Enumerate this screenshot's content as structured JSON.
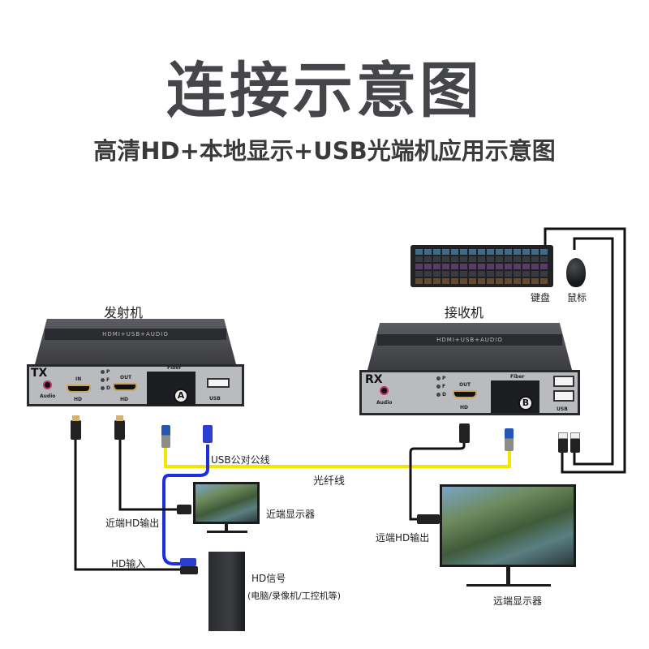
{
  "header": {
    "title": "连接示意图",
    "subtitle": "高清HD+本地显示+USB光端机应用示意图"
  },
  "transmitter": {
    "label": "发射机",
    "tag": "TX",
    "band_text": "HDMI+USB+AUDIO",
    "ports": {
      "audio": "Audio",
      "hd_in_top": "IN",
      "hd_in_bottom": "HD",
      "hd_out_top": "OUT",
      "hd_out_bottom": "HD",
      "fiber": "Fiber",
      "usb": "USB",
      "leds": [
        "P",
        "F",
        "D"
      ]
    },
    "fiber_badge": "A"
  },
  "receiver": {
    "label": "接收机",
    "tag": "RX",
    "band_text": "HDMI+USB+AUDIO",
    "ports": {
      "audio": "Audio",
      "hd_out_top": "OUT",
      "hd_out_bottom": "HD",
      "fiber": "Fiber",
      "usb": "USB",
      "leds": [
        "P",
        "F",
        "D"
      ]
    },
    "fiber_badge": "B"
  },
  "peripherals": {
    "keyboard": "键盘",
    "mouse": "鼠标"
  },
  "cables": {
    "usb_cable": "USB公对公线",
    "fiber_cable": "光纤线",
    "near_hd_out": "近端HD输出",
    "hd_in": "HD输入",
    "far_hd_out": "远端HD输出"
  },
  "displays": {
    "near": "近端显示器",
    "far": "远端显示器"
  },
  "source": {
    "title": "HD信号",
    "detail": "(电脑/录像机/工控机等)"
  },
  "colors": {
    "fiber": "#f5e400",
    "usb": "#1d2fd8",
    "hd": "#111111",
    "title": "#45464a"
  }
}
